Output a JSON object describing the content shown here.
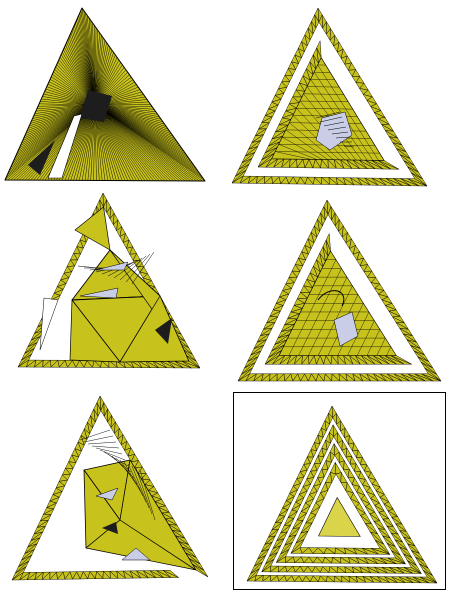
{
  "figure": {
    "panels": [
      {
        "id": "panel-1",
        "type": "fan-triangulation"
      },
      {
        "id": "panel-2",
        "type": "spiral-partial-interior"
      },
      {
        "id": "panel-3",
        "type": "open-frame-large-triangles"
      },
      {
        "id": "panel-4",
        "type": "spiral-curled-interior"
      },
      {
        "id": "panel-5",
        "type": "open-frame-mixed-interior"
      },
      {
        "id": "panel-6",
        "type": "full-spiral",
        "highlighted": true
      }
    ]
  },
  "colors": {
    "fill": "#c8c21d",
    "fill_light": "#d9d44a",
    "stroke": "#000000",
    "background": "#ffffff",
    "interior_light": "#c9cde6",
    "interior_dark": "#1d1d1d"
  }
}
